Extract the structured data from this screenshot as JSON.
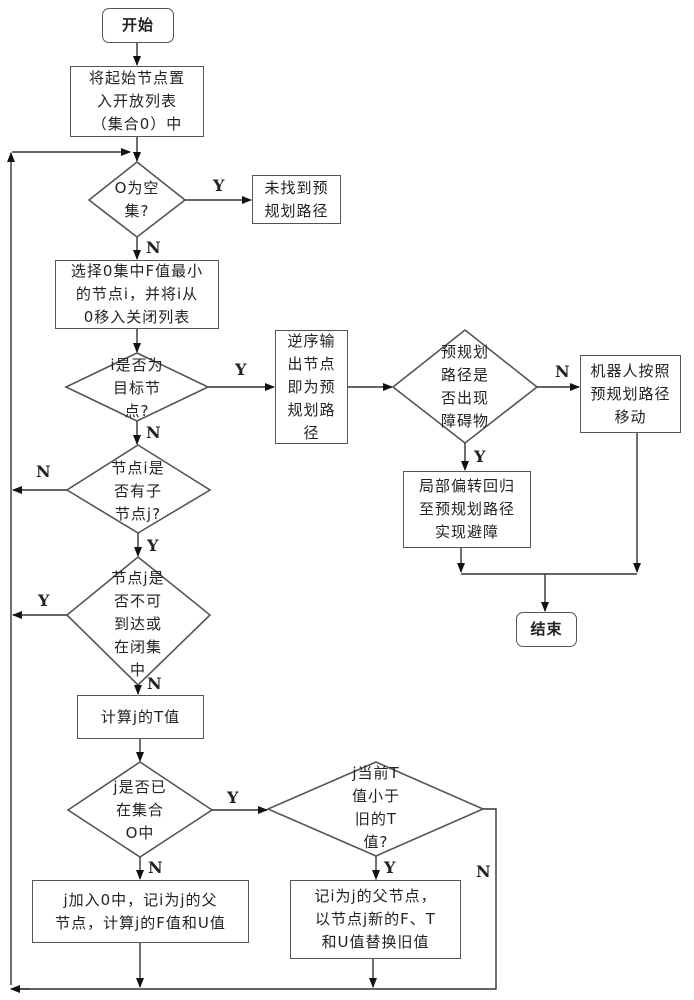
{
  "nodes": {
    "start": "开始",
    "init_open": "将起始节点置\n入开放列表\n（集合0）中",
    "is_open_empty": "O为空\n集?",
    "not_found": "未找到预\n规划路径",
    "select_min": "选择0集中F值最小\n的节点i，并将i从\n0移入关闭列表",
    "is_target": "i是否为\n目标节\n点?",
    "reverse_output": "逆序输\n出节点\n即为预\n规划路\n径",
    "obstacle_check": "预规划\n路径是\n否出现\n障碍物",
    "robot_move": "机器人按照\n预规划路径\n移动",
    "local_avoid": "局部偏转回归\n至预规划路径\n实现避障",
    "end": "结束",
    "has_child": "节点i是\n否有子\n节点j?",
    "unreachable_or_closed": "节点j是\n否不可\n到达或\n在闭集\n中",
    "compute_t": "计算j的T值",
    "in_open": "j是否已\n在集合\nO中",
    "t_smaller": "j当前T\n值小于\n旧的T\n值?",
    "add_to_open": "j加入0中，记i为j的父\n节点，计算j的F值和U值",
    "update_parent": "记i为j的父节点，\n以节点j新的F、T\n和U值替换旧值"
  },
  "labels": {
    "empty_yes": "Y",
    "empty_no": "N",
    "target_yes": "Y",
    "target_no": "N",
    "obstacle_no": "N",
    "obstacle_yes": "Y",
    "child_no": "N",
    "child_yes": "Y",
    "unreach_yes": "Y",
    "unreach_no": "N",
    "in_open_yes": "Y",
    "in_open_no": "N",
    "t_smaller_yes": "Y",
    "t_smaller_no": "N"
  }
}
